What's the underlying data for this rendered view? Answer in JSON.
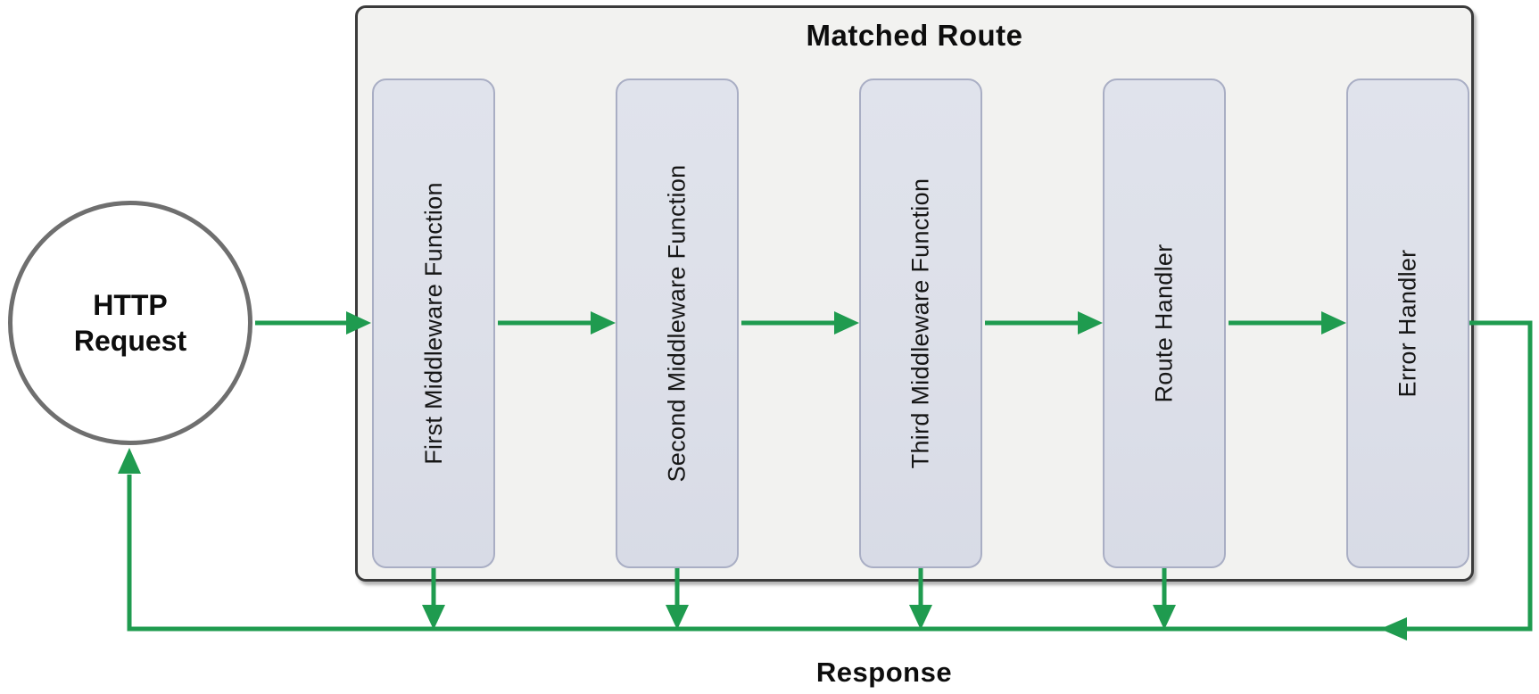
{
  "diagram": {
    "title": "Matched Route",
    "request_node": {
      "line1": "HTTP",
      "line2": "Request"
    },
    "boxes": [
      {
        "label": "First Middleware Function"
      },
      {
        "label": "Second Middleware Function"
      },
      {
        "label": "Third Middleware Function"
      },
      {
        "label": "Route Handler"
      },
      {
        "label": "Error Handler"
      }
    ],
    "response_label": "Response",
    "colors": {
      "arrow_green": "#1f9b4f",
      "box_fill": "#dde0e9",
      "box_border": "#a9aec4",
      "container_fill": "#f2f2f0",
      "container_border": "#3b3b3b",
      "circle_border": "#6f6f6f"
    }
  }
}
